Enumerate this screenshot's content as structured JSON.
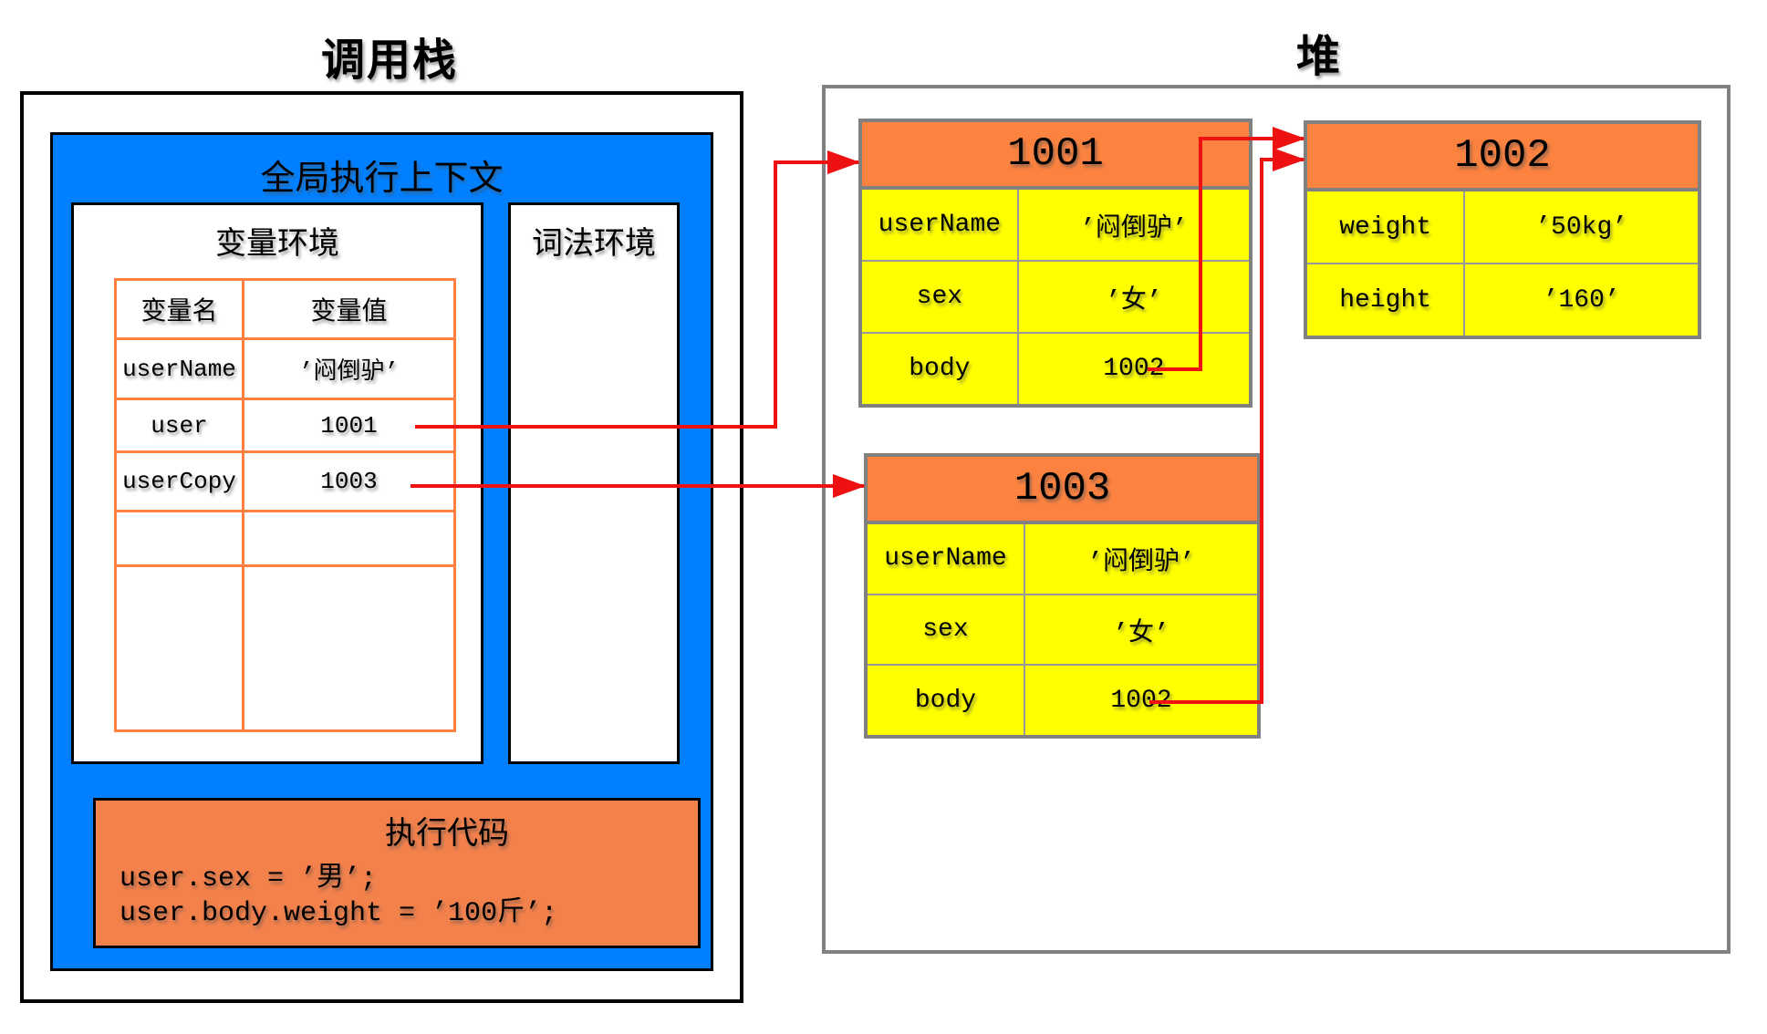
{
  "stack": {
    "title": "调用栈",
    "context_label": "全局执行上下文",
    "variable_env": {
      "title": "变量环境",
      "table": {
        "headers": [
          "变量名",
          "变量值"
        ],
        "rows": [
          [
            "userName",
            "’闷倒驴’"
          ],
          [
            "user",
            "1001"
          ],
          [
            "userCopy",
            "1003"
          ]
        ]
      }
    },
    "lexical_env": {
      "title": "词法环境"
    },
    "code_box": {
      "title": "执行代码",
      "lines": [
        "user.sex = ’男’;",
        "user.body.weight = ’100斤’;"
      ]
    }
  },
  "heap": {
    "title": "堆",
    "objects": [
      {
        "id": "1001",
        "rows": [
          [
            "userName",
            "’闷倒驴’"
          ],
          [
            "sex",
            "’女’"
          ],
          [
            "body",
            "1002"
          ]
        ]
      },
      {
        "id": "1002",
        "rows": [
          [
            "weight",
            "’50kg’"
          ],
          [
            "height",
            "’160’"
          ]
        ]
      },
      {
        "id": "1003",
        "rows": [
          [
            "userName",
            "’闷倒驴’"
          ],
          [
            "sex",
            "’女’"
          ],
          [
            "body",
            "1002"
          ]
        ]
      }
    ]
  },
  "arrows": [
    {
      "from": "stack.user (1001)",
      "to": "heap object 1001"
    },
    {
      "from": "stack.userCopy (1003)",
      "to": "heap object 1003"
    },
    {
      "from": "heap 1001.body (1002)",
      "to": "heap object 1002"
    },
    {
      "from": "heap 1003.body (1002)",
      "to": "heap object 1002"
    }
  ],
  "colors": {
    "context_blue": "#0080FF",
    "header_orange": "#FC8240",
    "code_box_orange": "#F3814C",
    "cell_yellow": "#FFFF00",
    "stack_table_border": "#FF8040",
    "heap_border_gray": "#808080",
    "arrow_red": "#EE1111",
    "text_black": "#000000"
  }
}
